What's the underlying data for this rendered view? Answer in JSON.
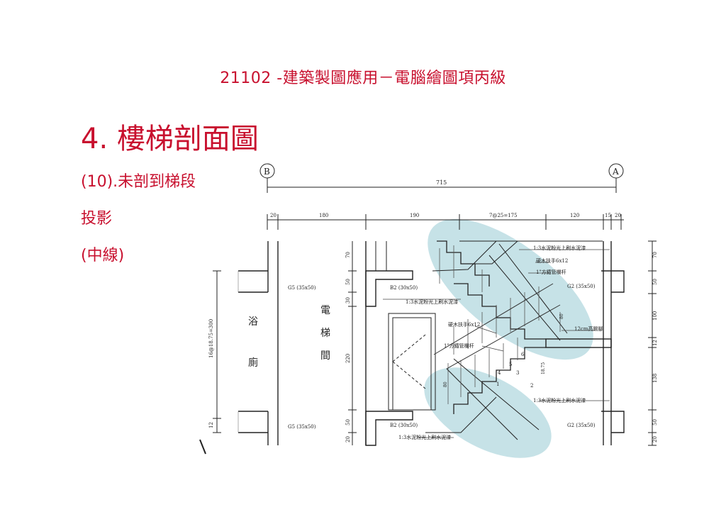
{
  "header": "21102 -建築製圖應用－電腦繪圖項丙級",
  "title": "4. 樓梯剖面圖",
  "bullets": [
    "(10).未剖到梯段",
    "投影",
    "(中線)"
  ],
  "drawing": {
    "grid_labels": [
      "B",
      "A"
    ],
    "overall_dim": "715",
    "top_dims": [
      "20",
      "180",
      "190",
      "7@25=175",
      "120",
      "15",
      "20"
    ],
    "left_dim": "16@18.75=300",
    "left_small_dim": "12",
    "right_dims": [
      "70",
      "50",
      "100",
      "12",
      "138",
      "50",
      "20"
    ],
    "inner_left_dims": [
      "70",
      "50",
      "30",
      "220",
      "50",
      "20"
    ],
    "room_bath": [
      "浴",
      "廁"
    ],
    "room_elevator": [
      "電",
      "梯",
      "間"
    ],
    "notes": {
      "g5_upper": "G5 (35x50)",
      "g5_lower": "G5 (35x50)",
      "b2_upper": "B2 (30x50)",
      "b2_lower": "B2 (30x50)",
      "g2_upper": "G2 (35x50)",
      "g2_lower": "G2 (35x50)",
      "finish_1": "1:3水泥粉光上刷水泥漆",
      "finish_2": "1:3水泥粉光上刷水泥漆",
      "finish_3": "1:3水泥粉光上刷水泥漆",
      "finish_4": "1:3水泥粉光上刷水泥漆",
      "handrail_1": "硬木扶手6x12",
      "handrail_2": "硬木扶手6x12",
      "railing_1": "1\"方鐵管欄杆",
      "railing_2": "1\"方鐵管欄杆",
      "nosing": "12cm高踢腳",
      "rail_height_1": "80",
      "rail_height_2": "80",
      "riser": "18.75"
    },
    "step_numbers": [
      "1",
      "2",
      "3",
      "4",
      "5",
      "6"
    ],
    "highlight_color": "#bcdde3"
  }
}
